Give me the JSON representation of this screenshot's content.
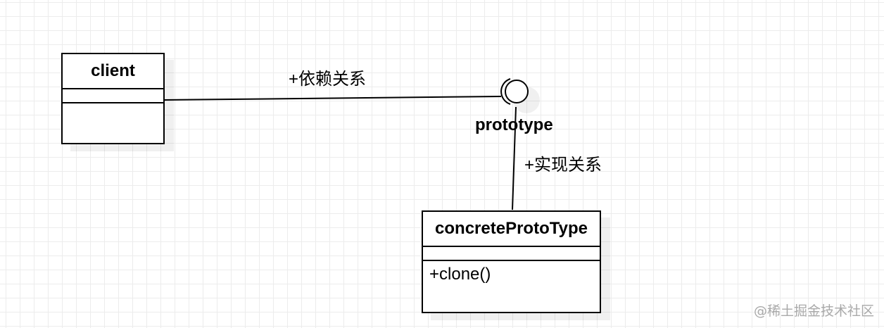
{
  "diagram": {
    "client_class": {
      "name": "client",
      "operations": []
    },
    "concrete_class": {
      "name": "concreteProtoType",
      "operations": [
        "+clone()"
      ]
    },
    "interface": {
      "name": "prototype"
    },
    "relations": {
      "dependency_label": "+依赖关系",
      "realization_label": "+实现关系"
    }
  },
  "watermark": "@稀土掘金技术社区",
  "colors": {
    "stroke": "#000000",
    "grid": "#ececec",
    "watermark": "#a9a9a9"
  }
}
